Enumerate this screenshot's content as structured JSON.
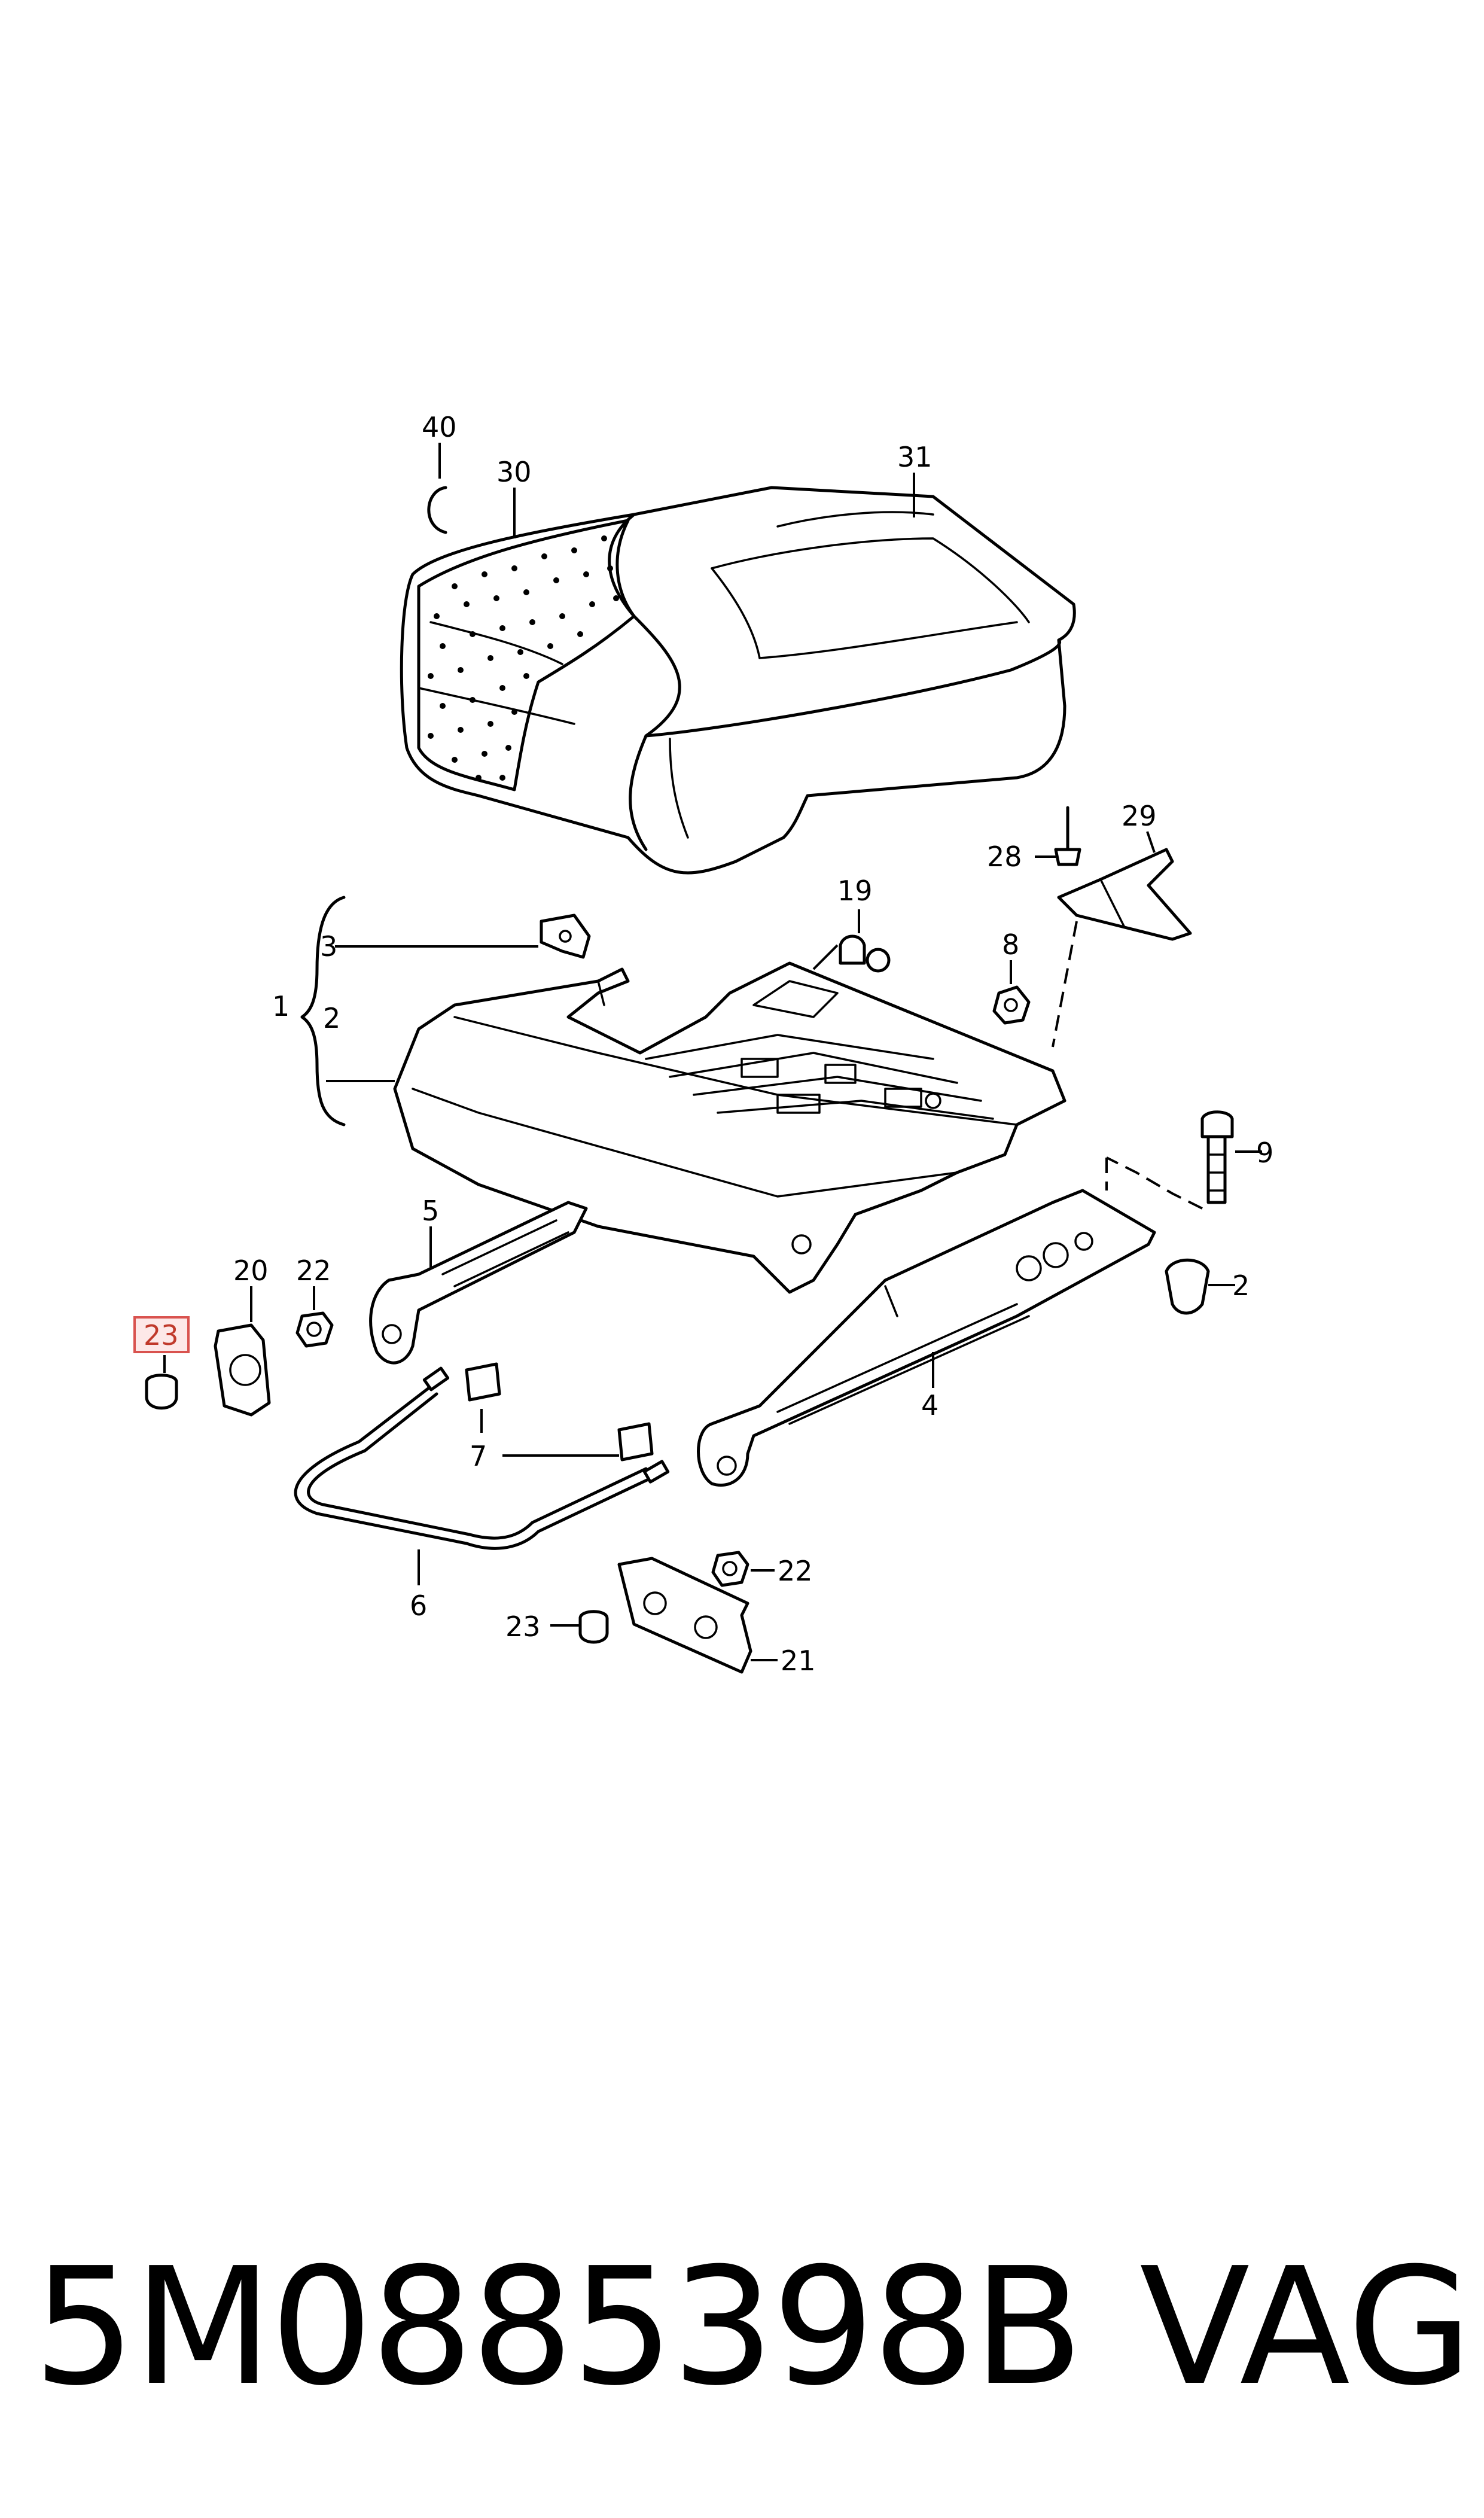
{
  "callouts": {
    "c40": "40",
    "c30": "30",
    "c31": "31",
    "c3": "3",
    "c1": "1",
    "c2a": "2",
    "c19": "19",
    "c28": "28",
    "c29": "29",
    "c8": "8",
    "c9": "9",
    "c2b": "2",
    "c5": "5",
    "c20": "20",
    "c22a": "22",
    "c23a": "23",
    "c4": "4",
    "c7": "7",
    "c6": "6",
    "c22b": "22",
    "c23b": "23",
    "c21": "21"
  },
  "highlight_color": "#d9534f",
  "footer": {
    "part_number": "5M0885398B",
    "brand": "VAG"
  }
}
